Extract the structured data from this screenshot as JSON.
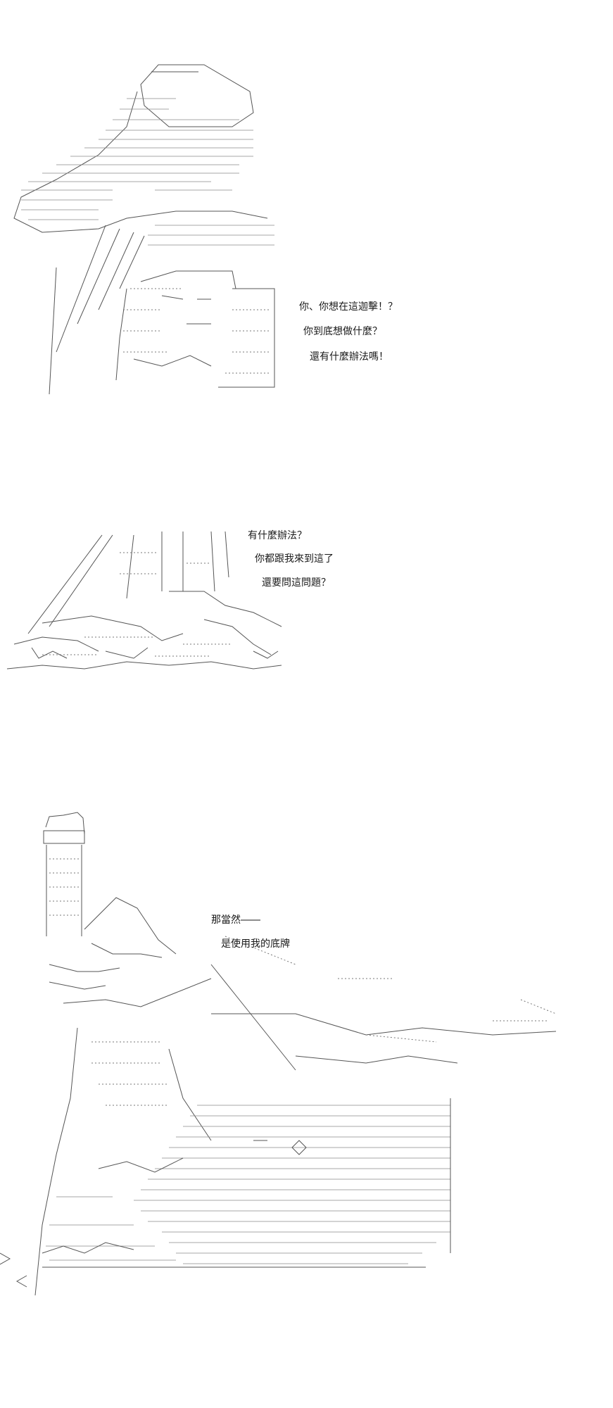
{
  "panels": [
    {
      "id": "panel-1",
      "lines": [
        "你、你想在這迦擊！？",
        "你到底想做什麼？",
        "還有什麼辦法嗎！"
      ]
    },
    {
      "id": "panel-2",
      "lines": [
        "有什麼辦法？",
        "你都跟我來到這了",
        "還要問這問題？"
      ]
    },
    {
      "id": "panel-3",
      "lines": [
        "那當然――",
        "是使用我的底牌"
      ]
    }
  ]
}
